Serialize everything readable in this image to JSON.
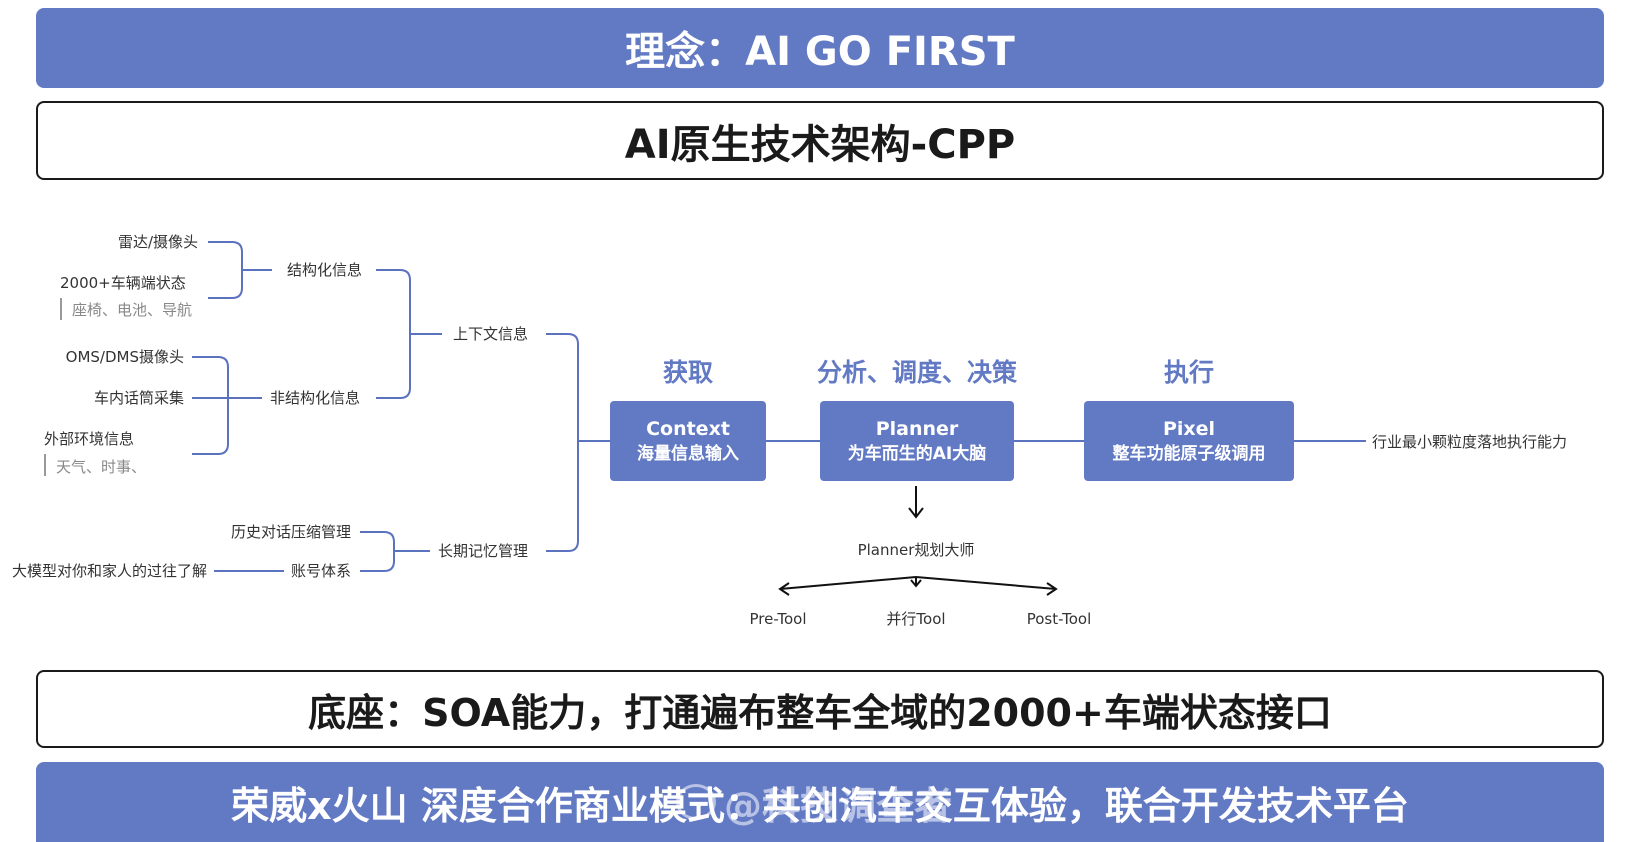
{
  "banners": {
    "top": "理念：AI GO FIRST",
    "architecture": "AI原生技术架构-CPP",
    "base": "底座：SOA能力，打通遍布整车全域的2000+车端状态接口",
    "bottom": "荣威x火山 深度合作商业模式：共创汽车交互体验，联合开发技术平台"
  },
  "watermark": "@科技调查者",
  "context_tree": {
    "root": "上下文信息",
    "structured": {
      "label": "结构化信息",
      "items": [
        "雷达/摄像头",
        "2000+车辆端状态"
      ],
      "examples": "座椅、电池、导航"
    },
    "unstructured": {
      "label": "非结构化信息",
      "items": [
        "OMS/DMS摄像头",
        "车内话筒采集",
        "外部环境信息"
      ],
      "examples": "天气、时事、"
    }
  },
  "memory_tree": {
    "root": "长期记忆管理",
    "items": [
      "历史对话压缩管理",
      "账号体系"
    ],
    "account_note": "大模型对你和家人的过往了解"
  },
  "stages": {
    "acquire": "获取",
    "analyze": "分析、调度、决策",
    "execute": "执行"
  },
  "boxes": {
    "context": {
      "title": "Context",
      "subtitle": "海量信息输入"
    },
    "planner": {
      "title": "Planner",
      "subtitle": "为车而生的AI大脑"
    },
    "pixel": {
      "title": "Pixel",
      "subtitle": "整车功能原子级调用"
    }
  },
  "pixel_note": "行业最小颗粒度落地执行能力",
  "planner_master": {
    "label": "Planner规划大师",
    "tools": [
      "Pre-Tool",
      "并行Tool",
      "Post-Tool"
    ]
  },
  "colors": {
    "accent": "#6279c4",
    "line": "#5b72bf",
    "text": "#333333",
    "muted": "#888888"
  }
}
